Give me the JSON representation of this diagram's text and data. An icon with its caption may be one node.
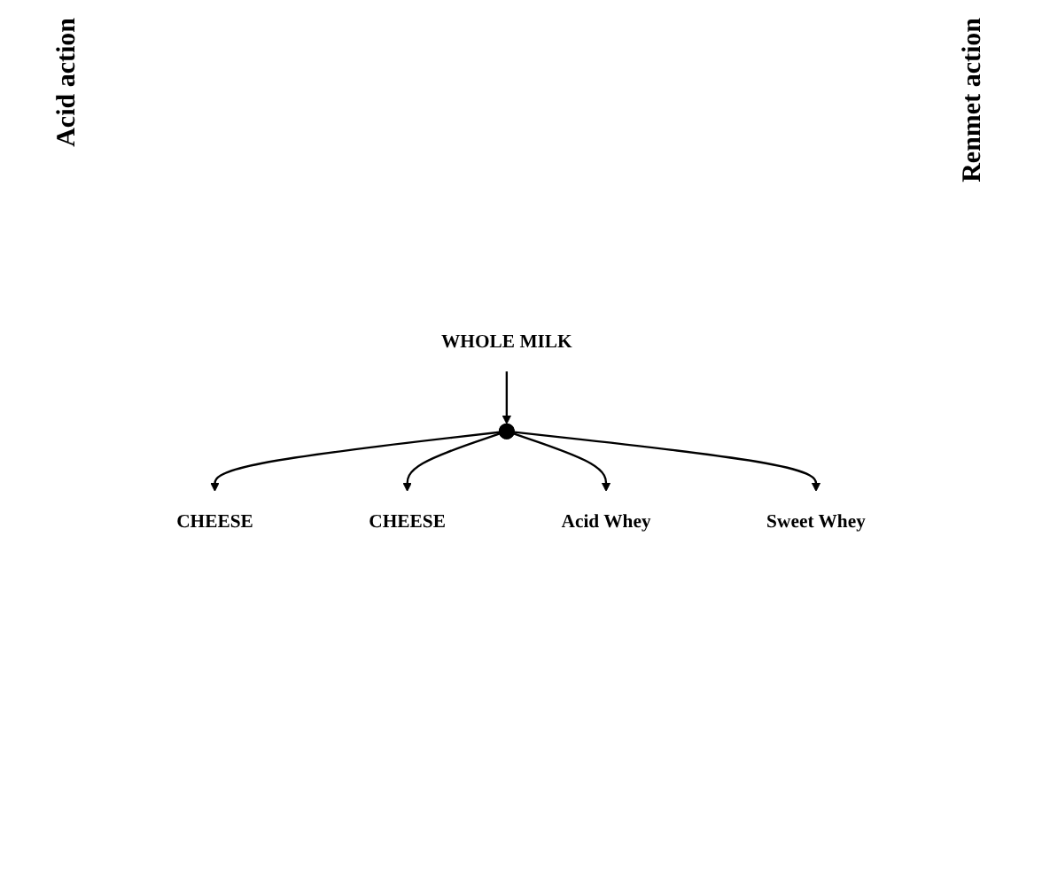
{
  "diagram": {
    "nodes": [
      {
        "text": [
          "WHOLE MILK"
        ]
      },
      {
        "text": [],
        "shape": "circle"
      },
      {
        "text": [
          "CHEESE"
        ]
      },
      {
        "text": [
          "CHEESE"
        ]
      },
      {
        "text": [
          "Acid Whey"
        ]
      },
      {
        "text": [
          "Sweet Whey"
        ]
      }
    ],
    "edges": [
      {
        "from": 0,
        "to": 1,
        "arrow": "to"
      },
      {
        "from": 1,
        "to": 2,
        "arrow": "to"
      },
      {
        "from": 1,
        "to": 3,
        "arrow": "to"
      },
      {
        "from": 1,
        "to": 4,
        "arrow": "to"
      },
      {
        "from": 1,
        "to": 5,
        "arrow": "to"
      }
    ],
    "labels": [
      "Acid action",
      "Renmet action"
    ]
  }
}
